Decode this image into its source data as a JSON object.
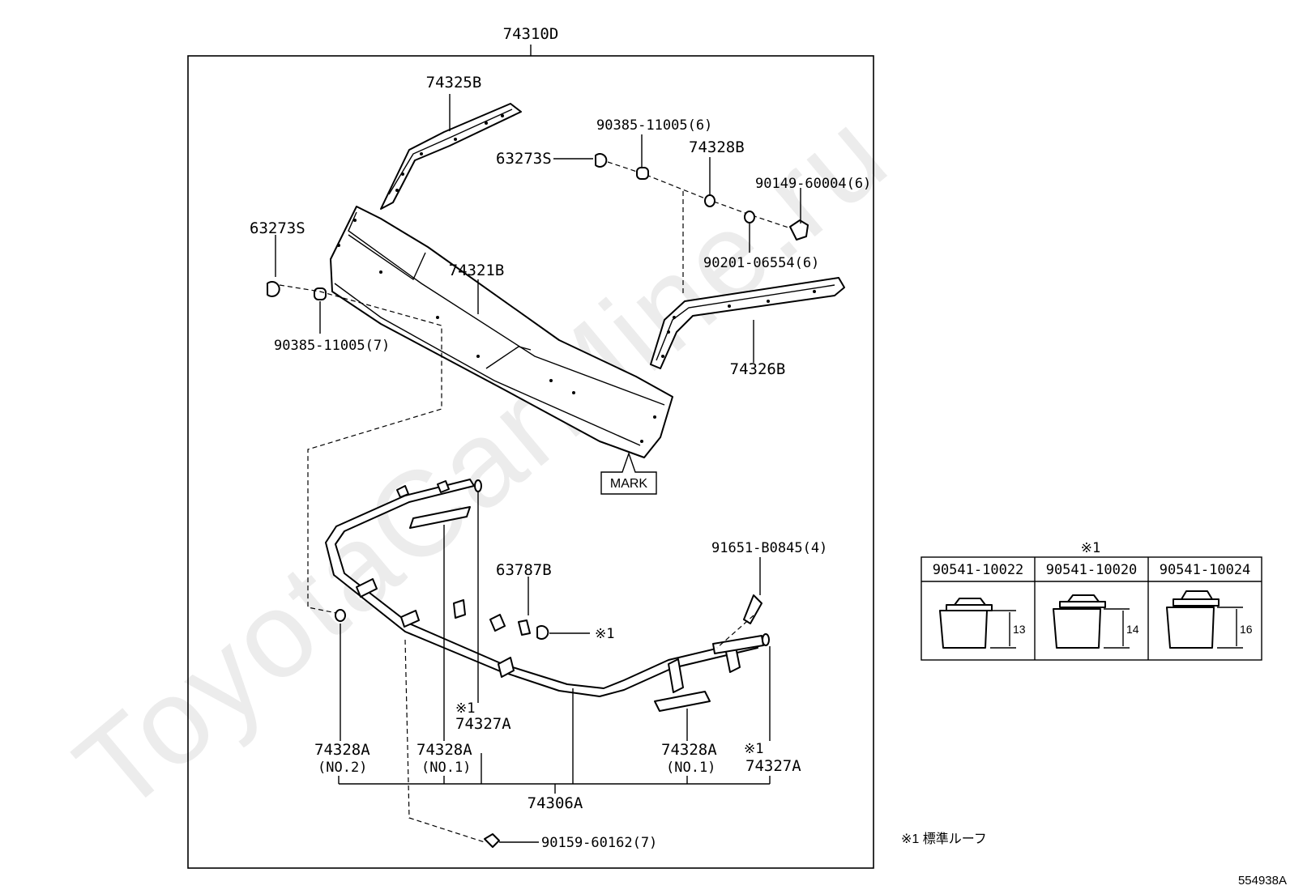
{
  "diagram_number": "554938A",
  "watermark": "ToyotaCarMine.ru",
  "assembly": "74310D",
  "mark_label": "MARK",
  "callouts": {
    "p74325B": "74325B",
    "p90385_top": "90385-11005(6)",
    "p63273S_top": "63273S",
    "p74328B": "74328B",
    "p90149": "90149-60004(6)",
    "p90201": "90201-06554(6)",
    "p63273S_left": "63273S",
    "p74321B": "74321B",
    "p90385_left": "90385-11005(7)",
    "p74326B": "74326B",
    "p63787B": "63787B",
    "p91651": "91651-B0845(4)",
    "note_ref_clip": "※1",
    "note_ref_a": "※1",
    "p74327A_a": "74327A",
    "p74328A_no2": "74328A",
    "p74328A_no2_sub": "(NO.2)",
    "p74328A_no1_a": "74328A",
    "p74328A_no1_a_sub": "(NO.1)",
    "p74328A_no1_b": "74328A",
    "p74328A_no1_b_sub": "(NO.1)",
    "note_ref_b": "※1",
    "p74327A_b": "74327A",
    "p74306A": "74306A",
    "p90159": "90159-60162(7)"
  },
  "note_table": {
    "marker": "※1",
    "columns": [
      {
        "part": "90541-10022",
        "height": "13"
      },
      {
        "part": "90541-10020",
        "height": "14"
      },
      {
        "part": "90541-10024",
        "height": "16"
      }
    ]
  },
  "footnote": "※1 標準ルーフ"
}
